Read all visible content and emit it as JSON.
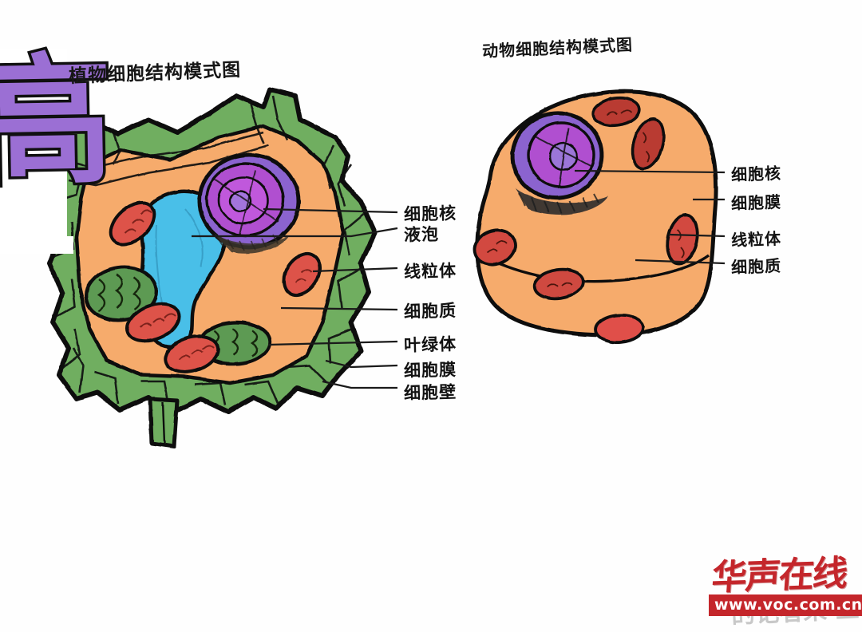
{
  "page": {
    "kind": "hand-drawn-biology-diagram",
    "background_color": "#ffffff"
  },
  "plant": {
    "title": "植物细胞结构模式图",
    "labels": [
      {
        "id": "nucleus",
        "text": "细胞核"
      },
      {
        "id": "vacuole",
        "text": "液泡"
      },
      {
        "id": "mitochondria",
        "text": "线粒体"
      },
      {
        "id": "cytoplasm",
        "text": "细胞质"
      },
      {
        "id": "chloroplast",
        "text": "叶绿体"
      },
      {
        "id": "membrane",
        "text": "细胞膜"
      },
      {
        "id": "wall",
        "text": "细胞壁"
      }
    ],
    "colors": {
      "cell_wall": "#6fae60",
      "cytoplasm": "#f6ab6c",
      "nucleus": "#b04fd0",
      "nucleus_outer": "#8b63cf",
      "vacuole": "#49bfe8",
      "mitochondria": "#dd5349",
      "chloroplast": "#5d9a52",
      "outline": "#111111"
    }
  },
  "animal": {
    "title": "动物细胞结构模式图",
    "labels": [
      {
        "id": "nucleus",
        "text": "细胞核"
      },
      {
        "id": "membrane",
        "text": "细胞膜"
      },
      {
        "id": "mitochondria",
        "text": "线粒体"
      },
      {
        "id": "cytoplasm",
        "text": "细胞质"
      }
    ],
    "colors": {
      "cytoplasm": "#f6ab6c",
      "nucleus": "#b04fd0",
      "nucleus_outer": "#8b63cf",
      "mitochondria": "#d2483f",
      "shadow": "#2b2b2b",
      "outline": "#111111"
    }
  },
  "overlay": {
    "big_character": "高",
    "big_character_color": "#9b6fd4"
  },
  "watermark": {
    "brand": "华声在线",
    "url": "www.voc.com.cn",
    "ghost_text": "的记者采 业",
    "brand_color": "#c4262b"
  }
}
